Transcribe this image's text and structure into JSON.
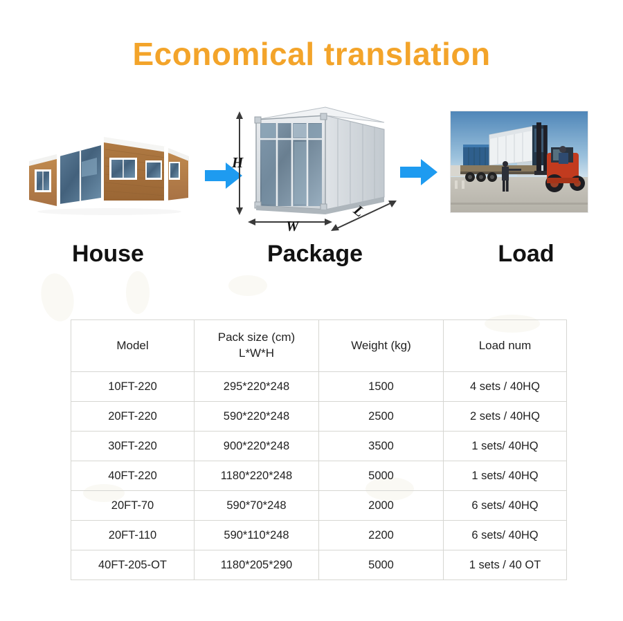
{
  "page": {
    "title": "Economical translation",
    "title_color": "#f3a42a",
    "background": "#ffffff"
  },
  "flow": {
    "arrow_color": "#1e9bf0",
    "stages": [
      {
        "id": "house",
        "label": "House",
        "image_name": "expandable-container-house-photo",
        "image_alt": "Expandable container house with wood siding, white frames and sliding glass doors"
      },
      {
        "id": "package",
        "label": "Package",
        "image_name": "folded-container-package-diagram",
        "image_alt": "Folded white flat-pack container with glass front wall",
        "dimensions": {
          "height": "H",
          "width": "W",
          "length": "L"
        }
      },
      {
        "id": "load",
        "label": "Load",
        "image_name": "forklift-loading-truck-photo",
        "image_alt": "Forklift loading flat-pack containers onto a flatbed truck trailer"
      }
    ]
  },
  "table": {
    "headers": [
      "Model",
      "Pack size (cm)\nL*W*H",
      "Weight (kg)",
      "Load num"
    ],
    "header_lines": {
      "pack_size_line1": "Pack size (cm)",
      "pack_size_line2": "L*W*H"
    },
    "rows": [
      {
        "model": "10FT-220",
        "pack_size": "295*220*248",
        "weight": "1500",
        "load_num": "4 sets / 40HQ"
      },
      {
        "model": "20FT-220",
        "pack_size": "590*220*248",
        "weight": "2500",
        "load_num": "2 sets / 40HQ"
      },
      {
        "model": "30FT-220",
        "pack_size": "900*220*248",
        "weight": "3500",
        "load_num": "1 sets/ 40HQ"
      },
      {
        "model": "40FT-220",
        "pack_size": "1180*220*248",
        "weight": "5000",
        "load_num": "1 sets/ 40HQ"
      },
      {
        "model": "20FT-70",
        "pack_size": "590*70*248",
        "weight": "2000",
        "load_num": "6 sets/ 40HQ"
      },
      {
        "model": "20FT-110",
        "pack_size": "590*110*248",
        "weight": "2200",
        "load_num": "6 sets/ 40HQ"
      },
      {
        "model": "40FT-205-OT",
        "pack_size": "1180*205*290",
        "weight": "5000",
        "load_num": "1 sets / 40 OT"
      }
    ]
  }
}
